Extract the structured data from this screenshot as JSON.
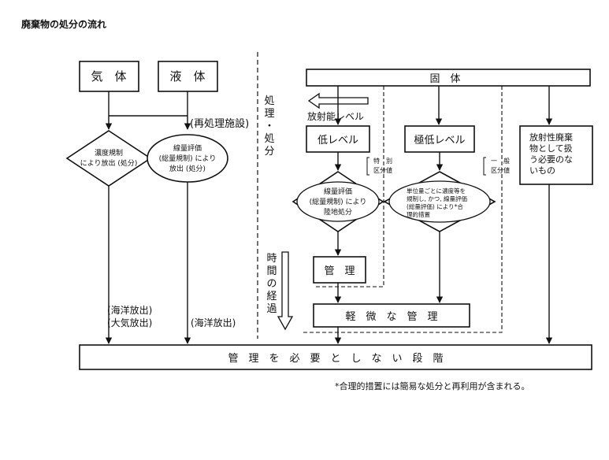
{
  "title": "廃棄物の処分の流れ",
  "note": "*合理的措置には簡易な処分と再利用が含まれる。",
  "gas": "気　体",
  "liquid": "液　体",
  "solid": "固　体",
  "reprocessing": "(再処理施設)",
  "process_vertical": "処理・処分",
  "time_vertical": "時間の経過",
  "radioactivity_level": "放射能レベル",
  "low_level": "低レベル",
  "very_low_level": "極低レベル",
  "non_radioactive": [
    "放射性廃棄",
    "物として扱",
    "う必要のな",
    "いもの"
  ],
  "diamond_gas": [
    "濃度規制",
    "により放出 (処分)"
  ],
  "oval_liquid": [
    "線量評価",
    "(総量規制) により",
    "放出 (処分)"
  ],
  "oval_low": [
    "線量評価",
    "(総量規制) により",
    "陸地処分"
  ],
  "oval_very_low": [
    "単位量ごとに濃度等を",
    "規制し, かつ, 線量評価",
    "(総量評価) により*合",
    "理的措置"
  ],
  "special_boundary": [
    "特　別",
    "区分値"
  ],
  "general_boundary": [
    "一　般",
    "区分値"
  ],
  "management": "管　理",
  "light_management": "軽　微　な　管　理",
  "no_management": "管　理　を　必　要　と　し　な　い　段　階",
  "ocean_air": [
    "(海洋放出)",
    "(大気放出)"
  ],
  "ocean": "(海洋放出)"
}
